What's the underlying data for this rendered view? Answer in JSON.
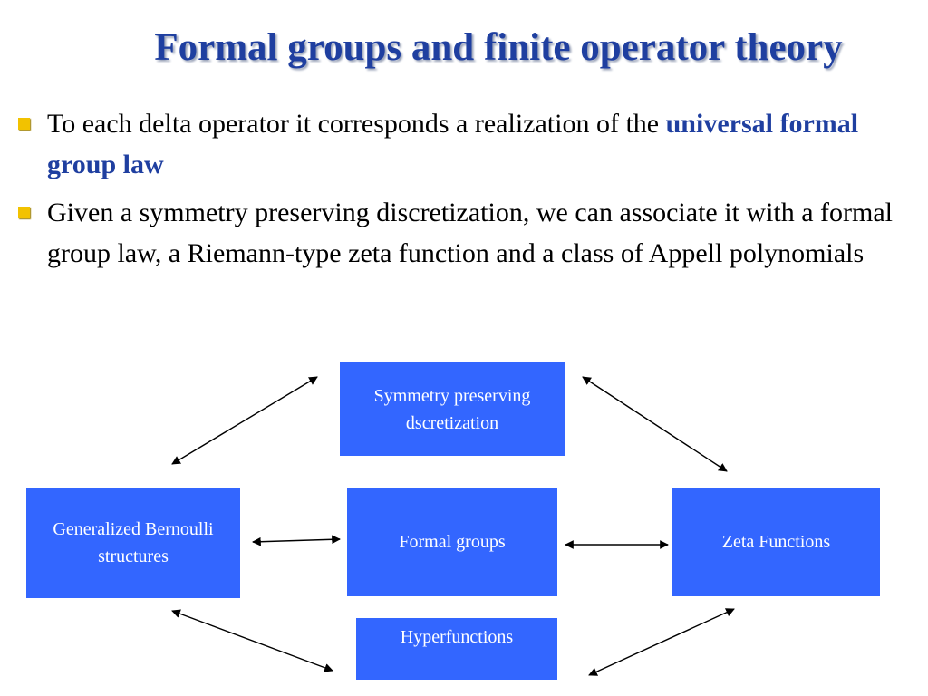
{
  "slide": {
    "title": "Formal groups and finite operator theory",
    "bullets": [
      {
        "text_before": "To each delta operator it corresponds a realization of  the ",
        "emphasis": "universal formal group law",
        "text_after": ""
      },
      {
        "text_before": "Given a symmetry preserving discretization, we can associate it with a formal group law, a Riemann-type zeta function and a class of  Appell polynomials",
        "emphasis": "",
        "text_after": ""
      }
    ],
    "bullet_color": "#f2c200",
    "title_color": "#1f3fa0"
  },
  "diagram": {
    "box_color": "#3366ff",
    "nodes": {
      "symmetry": "Symmetry preserving dscretization",
      "bernoulli": "Generalized Bernoulli structures",
      "formal_groups": "Formal groups",
      "zeta": "Zeta Functions",
      "hyperfunctions": "Hyperfunctions"
    },
    "arrows": [
      {
        "from": "bernoulli",
        "to": "symmetry",
        "style": "double-headed"
      },
      {
        "from": "symmetry",
        "to": "zeta",
        "style": "double-headed"
      },
      {
        "from": "bernoulli",
        "to": "formal_groups",
        "style": "double-headed"
      },
      {
        "from": "formal_groups",
        "to": "zeta",
        "style": "double-headed"
      },
      {
        "from": "bernoulli",
        "to": "hyperfunctions",
        "style": "double-headed"
      },
      {
        "from": "hyperfunctions",
        "to": "zeta",
        "style": "double-headed"
      }
    ]
  }
}
